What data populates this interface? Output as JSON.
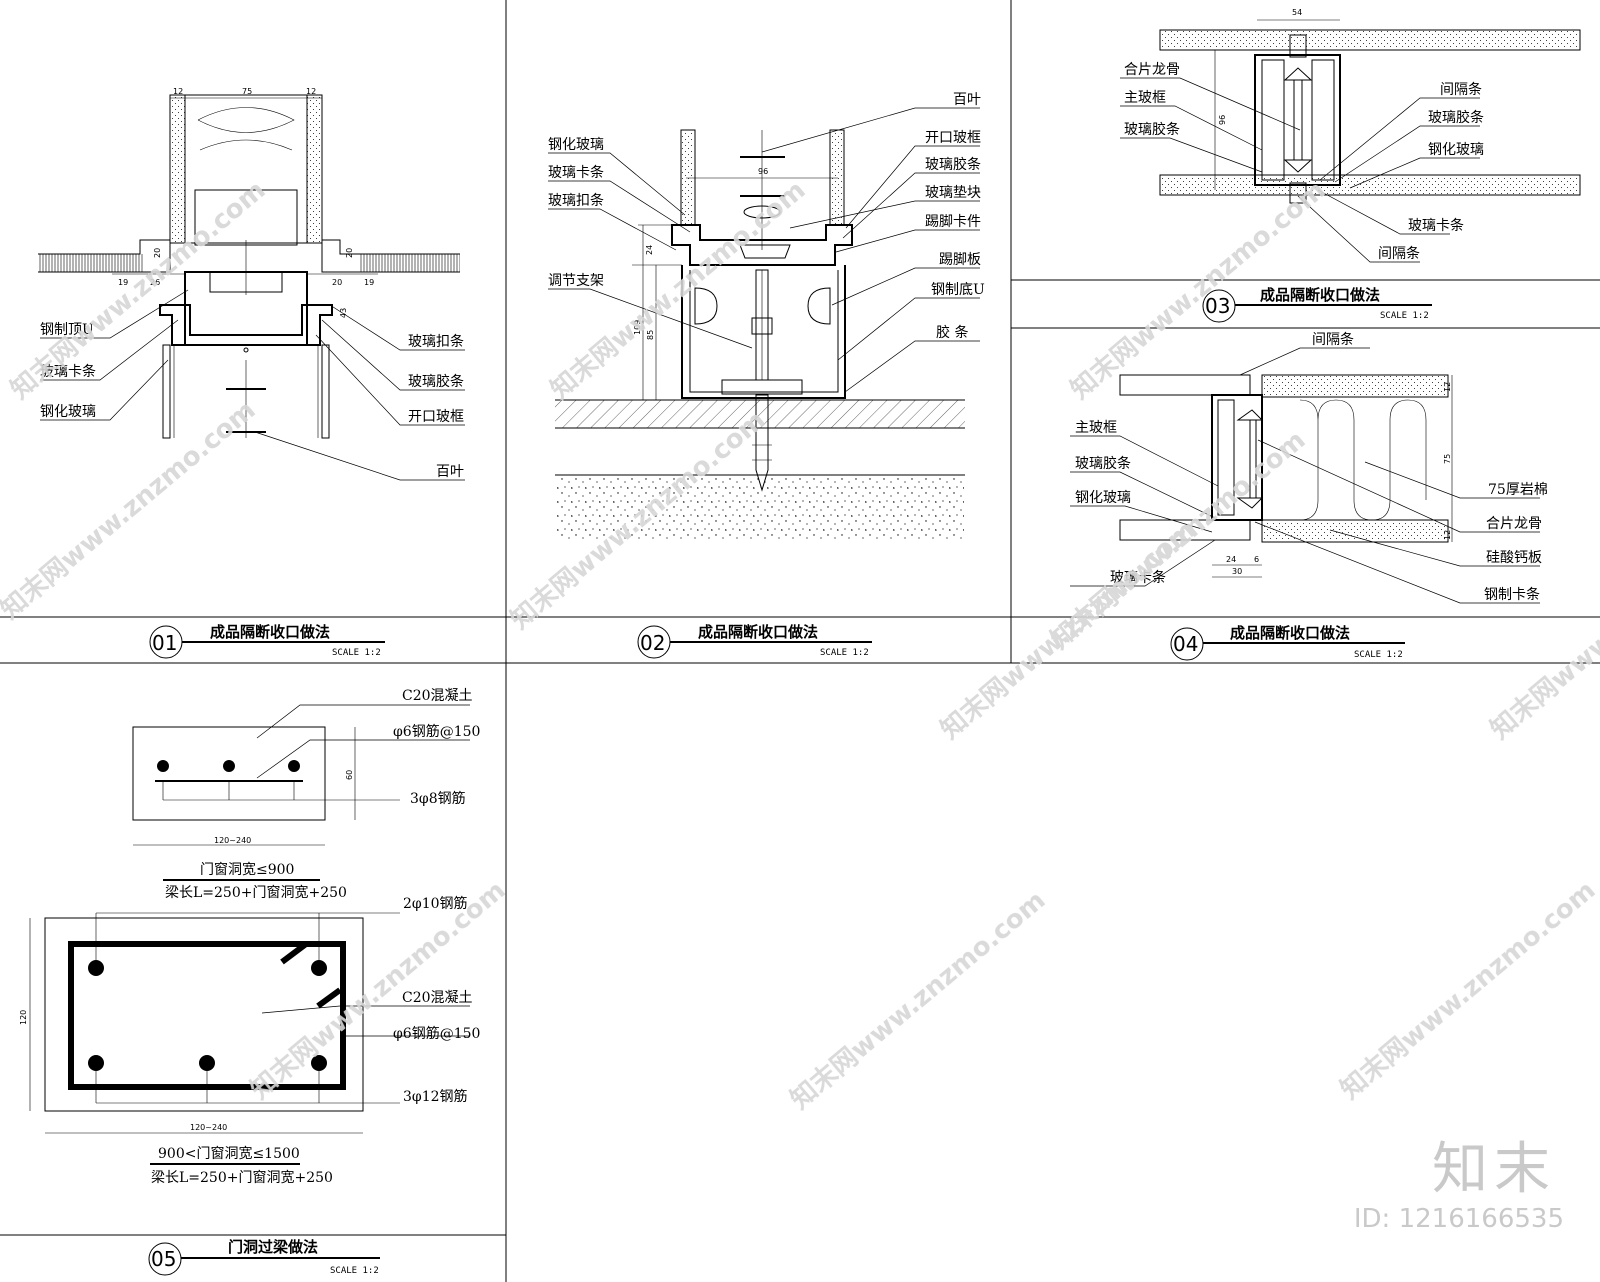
{
  "panels": {
    "p01": {
      "number": "01",
      "title": "成品隔断收口做法",
      "scale": "SCALE 1:2",
      "dims": [
        "12",
        "75",
        "12",
        "20",
        "20",
        "19",
        "26",
        "20",
        "19",
        "43"
      ],
      "labels": [
        "钢制顶U",
        "玻璃卡条",
        "钢化玻璃",
        "玻璃扣条",
        "玻璃胶条",
        "开口玻框",
        "百叶"
      ]
    },
    "p02": {
      "number": "02",
      "title": "成品隔断收口做法",
      "scale": "SCALE 1:2",
      "dims": [
        "96",
        "24",
        "109",
        "85"
      ],
      "labels": [
        "百叶",
        "钢化玻璃",
        "开口玻框",
        "玻璃卡条",
        "玻璃胶条",
        "玻璃扣条",
        "玻璃垫块",
        "踢脚卡件",
        "调节支架",
        "踢脚板",
        "钢制底U",
        "胶  条"
      ]
    },
    "p03": {
      "number": "03",
      "title": "成品隔断收口做法",
      "scale": "SCALE 1:2",
      "dims": [
        "54",
        "96"
      ],
      "labels": [
        "合片龙骨",
        "主玻框",
        "玻璃胶条",
        "间隔条",
        "玻璃胶条",
        "钢化玻璃",
        "玻璃卡条",
        "间隔条"
      ]
    },
    "p04": {
      "number": "04",
      "title": "成品隔断收口做法",
      "scale": "SCALE 1:2",
      "dims": [
        "12",
        "75",
        "12",
        "24",
        "6",
        "30"
      ],
      "labels": [
        "间隔条",
        "主玻框",
        "玻璃胶条",
        "钢化玻璃",
        "75厚岩棉",
        "合片龙骨",
        "硅酸钙板",
        "玻璃卡条",
        "钢制卡条"
      ]
    },
    "p05": {
      "number": "05",
      "title": "门洞过梁做法",
      "scale": "SCALE 1:2",
      "beam1": {
        "labels": [
          "C20混凝土",
          "φ6钢筋@150",
          "3φ8钢筋"
        ],
        "dims": [
          "60",
          "120~240"
        ],
        "caption1": "门窗洞宽≤900",
        "caption2": "梁长L=250+门窗洞宽+250"
      },
      "beam2": {
        "labels": [
          "2φ10钢筋",
          "C20混凝土",
          "φ6钢筋@150",
          "3φ12钢筋"
        ],
        "dims": [
          "120",
          "120~240"
        ],
        "caption1": "900<门窗洞宽≤1500",
        "caption2": "梁长L=250+门窗洞宽+250"
      }
    }
  },
  "watermark": {
    "text": "知末网www.znzmo.com",
    "brand": "知末",
    "id": "ID: 1216166535"
  }
}
